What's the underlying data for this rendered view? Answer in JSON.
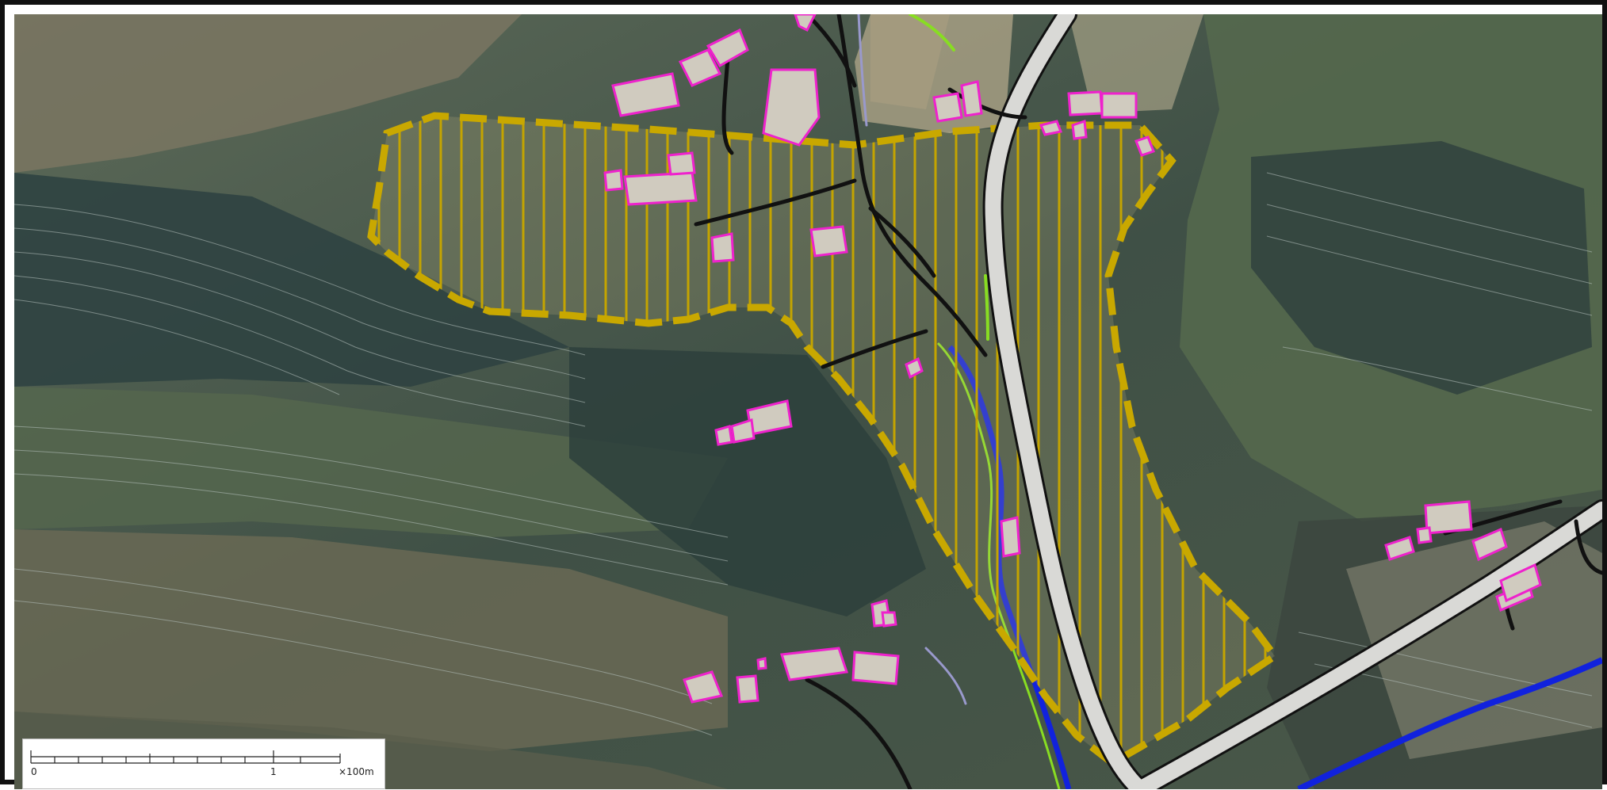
{
  "map": {
    "colors": {
      "forest_dark": "#2d3f3c",
      "forest_mid": "#4a6a4a",
      "field": "#cfc4a4",
      "boundary": "#c9a800",
      "hatch": "#c4a400",
      "building": "#ee22cc",
      "road_casing": "#111111",
      "road_fill": "#d9d9d6",
      "river": "#1122dd",
      "green_edge": "#88dd22"
    },
    "scale_bar": {
      "zero_label": "0",
      "one_label": "1",
      "unit_label": "×100m"
    }
  }
}
